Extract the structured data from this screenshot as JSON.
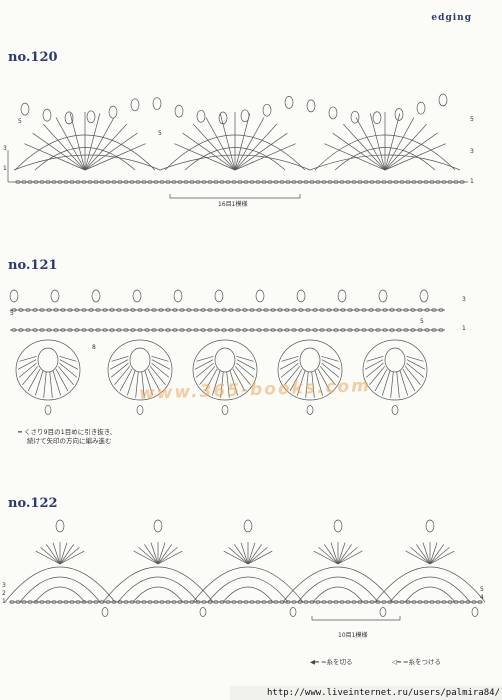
{
  "header": {
    "section": "edging"
  },
  "patterns": [
    {
      "title": "no.120",
      "repeat_label": "16目1模様",
      "row_labels": [
        "5",
        "3",
        "1",
        "5",
        "5",
        "3",
        "1"
      ]
    },
    {
      "title": "no.121",
      "repeat_label": "",
      "row_labels": [
        "3",
        "5",
        "1",
        "8",
        "5"
      ],
      "note_line1": "━ くさり9目の1目めに引き抜き、",
      "note_line2": "続けて矢印の方向に編み進む"
    },
    {
      "title": "no.122",
      "repeat_label": "10目1模様",
      "row_labels": [
        "3",
        "2",
        "1",
        "4",
        "5"
      ]
    }
  ],
  "legend": {
    "cut": "=糸を切る",
    "join": "=糸をつける"
  },
  "watermark": "www.365-books.com",
  "footer": {
    "url": "http://www.liveinternet.ru/users/palmira84/"
  },
  "colors": {
    "title": "#2b3a72",
    "watermark": "#ecaa5f",
    "ink": "#555555"
  }
}
